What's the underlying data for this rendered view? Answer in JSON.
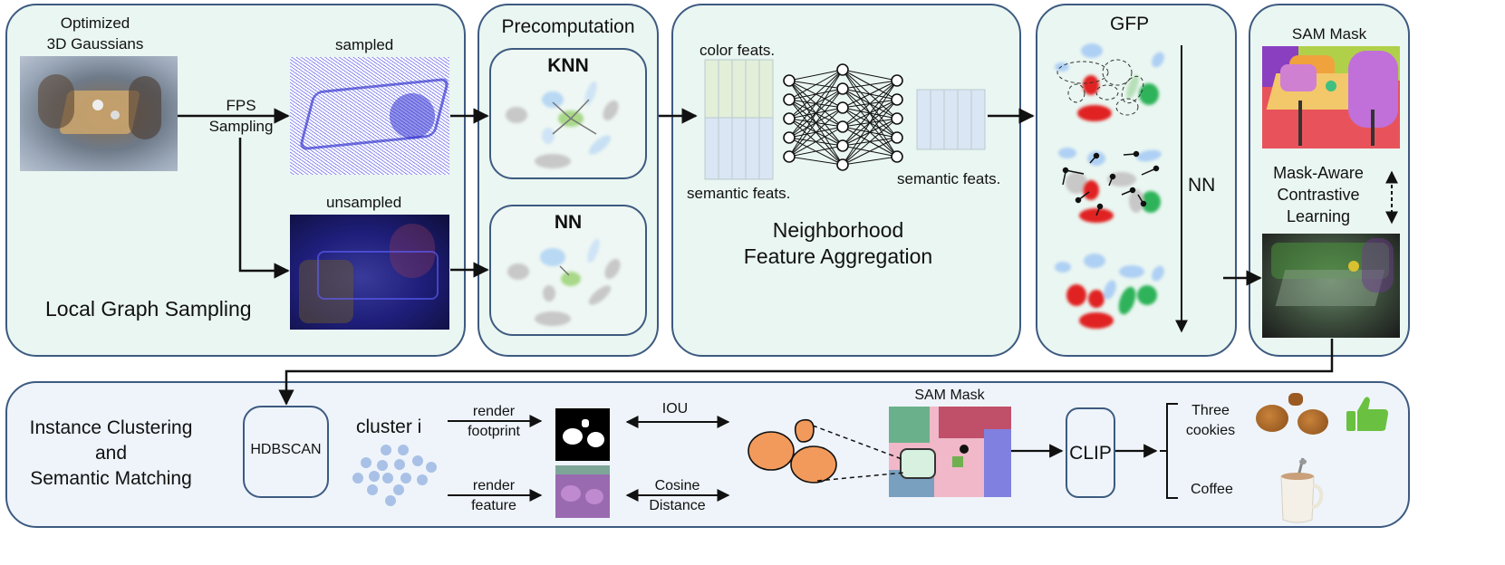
{
  "colors": {
    "panel_border": "#3d5a80",
    "panel_fill": "#eaf6f1",
    "bottom_fill": "#eef4fa",
    "gaussian_blue": "#7fb4e8",
    "gaussian_green": "#3cb371",
    "gaussian_red": "#e02020"
  },
  "local_graph": {
    "input_title_line1": "Optimized",
    "input_title_line2": "3D Gaussians",
    "sampled_label": "sampled",
    "unsampled_label": "unsampled",
    "fps_line1": "FPS",
    "fps_line2": "Sampling",
    "title": "Local Graph Sampling"
  },
  "precomputation": {
    "title": "Precomputation",
    "knn_label": "KNN",
    "nn_label": "NN"
  },
  "aggregation": {
    "color_feats": "color feats.",
    "semantic_feats_in": "semantic feats.",
    "semantic_feats_out": "semantic feats.",
    "title_line1": "Neighborhood",
    "title_line2": "Feature Aggregation"
  },
  "gfp": {
    "title": "GFP",
    "nn_label": "NN"
  },
  "contrastive": {
    "sam_mask_label": "SAM Mask",
    "line1": "Mask-Aware",
    "line2": "Contrastive",
    "line3": "Learning"
  },
  "clustering": {
    "title_line1": "Instance Clustering",
    "title_line2": "and",
    "title_line3": "Semantic Matching",
    "hdbscan": "HDBSCAN",
    "cluster_label": "cluster i",
    "render_footprint_line1": "render",
    "render_footprint_line2": "footprint",
    "render_feature_line1": "render",
    "render_feature_line2": "feature",
    "iou": "IOU",
    "cosine_line1": "Cosine",
    "cosine_line2": "Distance",
    "sam_mask_label": "SAM Mask",
    "clip": "CLIP",
    "result_1_line1": "Three",
    "result_1_line2": "cookies",
    "result_2": "Coffee"
  }
}
